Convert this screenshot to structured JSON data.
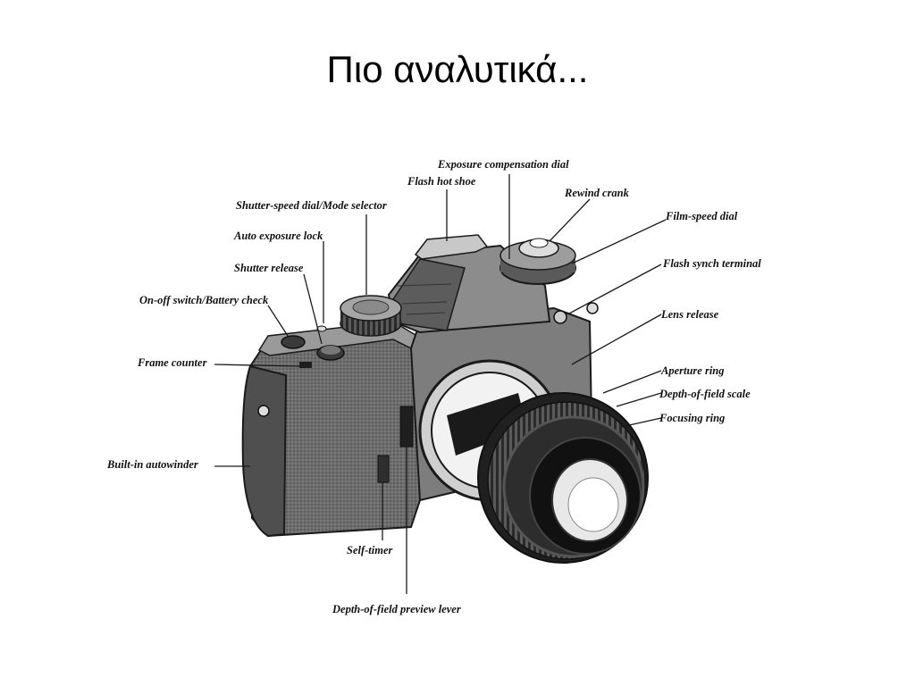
{
  "title": "Πιο αναλυτικά...",
  "labels": {
    "exposure_compensation_dial": "Exposure compensation dial",
    "flash_hot_shoe": "Flash hot shoe",
    "rewind_crank": "Rewind crank",
    "shutter_speed_dial": "Shutter-speed dial/Mode selector",
    "film_speed_dial": "Film-speed dial",
    "auto_exposure_lock": "Auto exposure lock",
    "flash_synch_terminal": "Flash synch terminal",
    "shutter_release": "Shutter release",
    "on_off_switch": "On-off switch/Battery check",
    "lens_release": "Lens release",
    "frame_counter": "Frame counter",
    "aperture_ring": "Aperture ring",
    "depth_of_field_scale": "Depth-of-field scale",
    "focusing_ring": "Focusing ring",
    "built_in_autowinder": "Built-in autowinder",
    "self_timer": "Self-timer",
    "depth_of_field_preview_lever": "Depth-of-field preview lever"
  },
  "colors": {
    "body": "#6b6b6b",
    "dark": "#2b2b2b",
    "light": "#bdbdbd",
    "background": "#ffffff"
  }
}
